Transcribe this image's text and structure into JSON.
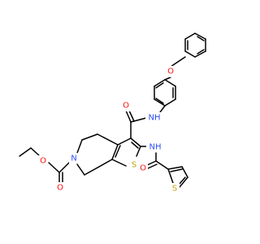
{
  "molecule": {
    "atom_labels": {
      "ether_o": "O",
      "amide1_o": "O",
      "amide1_nh": "NH",
      "amide2_nh": "NH",
      "amide2_o": "O",
      "ring_s": "S",
      "thiophene_s": "S",
      "piperidine_n": "N",
      "carbamate_o_double": "O",
      "carbamate_o_ester": "O"
    },
    "colors": {
      "bond": "#000000",
      "oxygen": "#ff0d0d",
      "nitrogen": "#3050f8",
      "sulfur": "#c8a000"
    }
  }
}
